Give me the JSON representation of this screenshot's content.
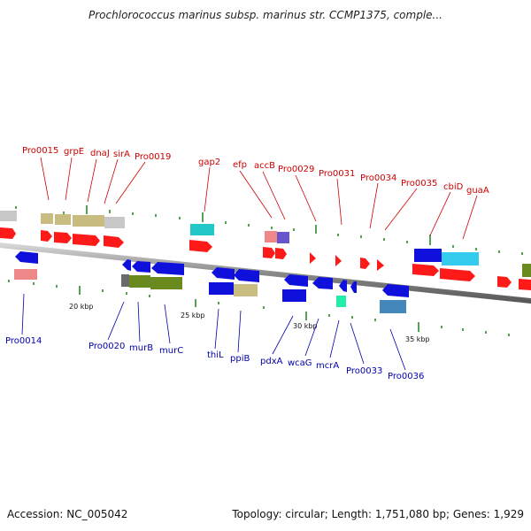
{
  "title": "Prochlorococcus marinus subsp. marinus str. CCMP1375, comple...",
  "footer": {
    "accession": "Accession: NC_005042",
    "summary": "Topology: circular; Length: 1,751,080 bp; Genes: 1,929"
  },
  "colors": {
    "forward_label": "#cc0000",
    "reverse_label": "#0000aa",
    "backbone": "#8a8a8a",
    "tick": "#2a8a2a"
  },
  "scale_labels": [
    "20 kbp",
    "25 kbp",
    "30 kbp",
    "35 kbp"
  ],
  "top_labels": [
    "Pro0015",
    "grpE",
    "dnaJ",
    "sirA",
    "Pro0019",
    "gap2",
    "efp",
    "accB",
    "Pro0029",
    "Pro0031",
    "Pro0034",
    "Pro0035",
    "cbiD",
    "guaA"
  ],
  "bottom_labels": [
    "Pro0014",
    "Pro0020",
    "murB",
    "murC",
    "thiL",
    "ppiB",
    "pdxA",
    "wcaG",
    "mcrA",
    "Pro0033",
    "Pro0036"
  ]
}
